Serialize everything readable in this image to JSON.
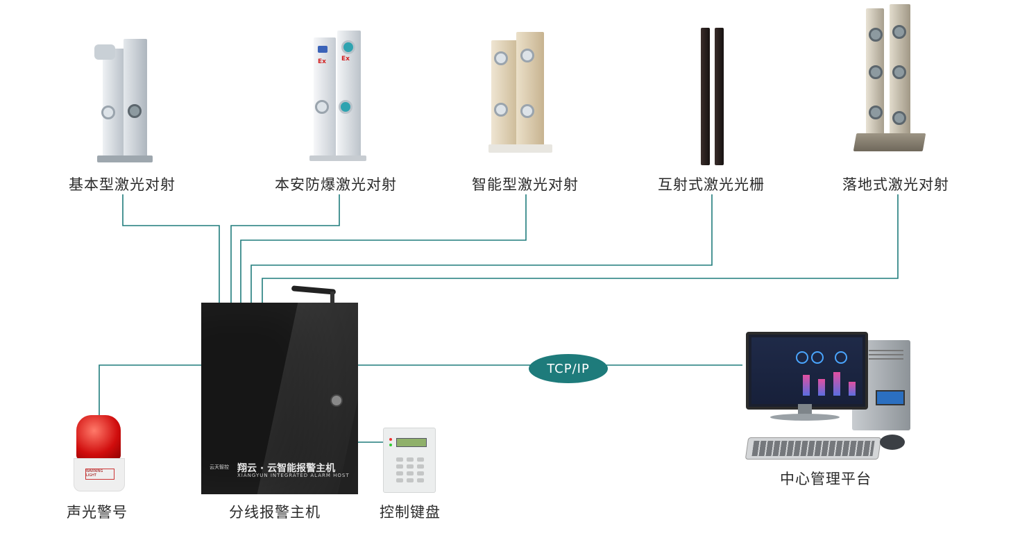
{
  "sensors": [
    {
      "label": "基本型激光对射",
      "icon": "beam-detector-basic-icon"
    },
    {
      "label": "本安防爆激光对射",
      "icon": "beam-detector-explosion-proof-icon",
      "badge": "Ex"
    },
    {
      "label": "智能型激光对射",
      "icon": "beam-detector-smart-icon"
    },
    {
      "label": "互射式激光光栅",
      "icon": "laser-grating-icon"
    },
    {
      "label": "落地式激光对射",
      "icon": "beam-detector-floor-icon"
    }
  ],
  "host": {
    "label": "分线报警主机",
    "brand": "翔云 · 云智能报警主机",
    "brand_sub": "XIANGYUN   INTEGRATED ALARM HOST",
    "logo_text": "云天智控"
  },
  "keypad": {
    "label": "控制键盘"
  },
  "siren": {
    "label": "声光警号",
    "tag": "WARNING LIGHT"
  },
  "platform": {
    "label": "中心管理平台"
  },
  "link": {
    "protocol": "TCP/IP"
  },
  "colors": {
    "wire": "#1e7b7b",
    "pill": "#1e7b7b",
    "text": "#2a2a2a"
  }
}
